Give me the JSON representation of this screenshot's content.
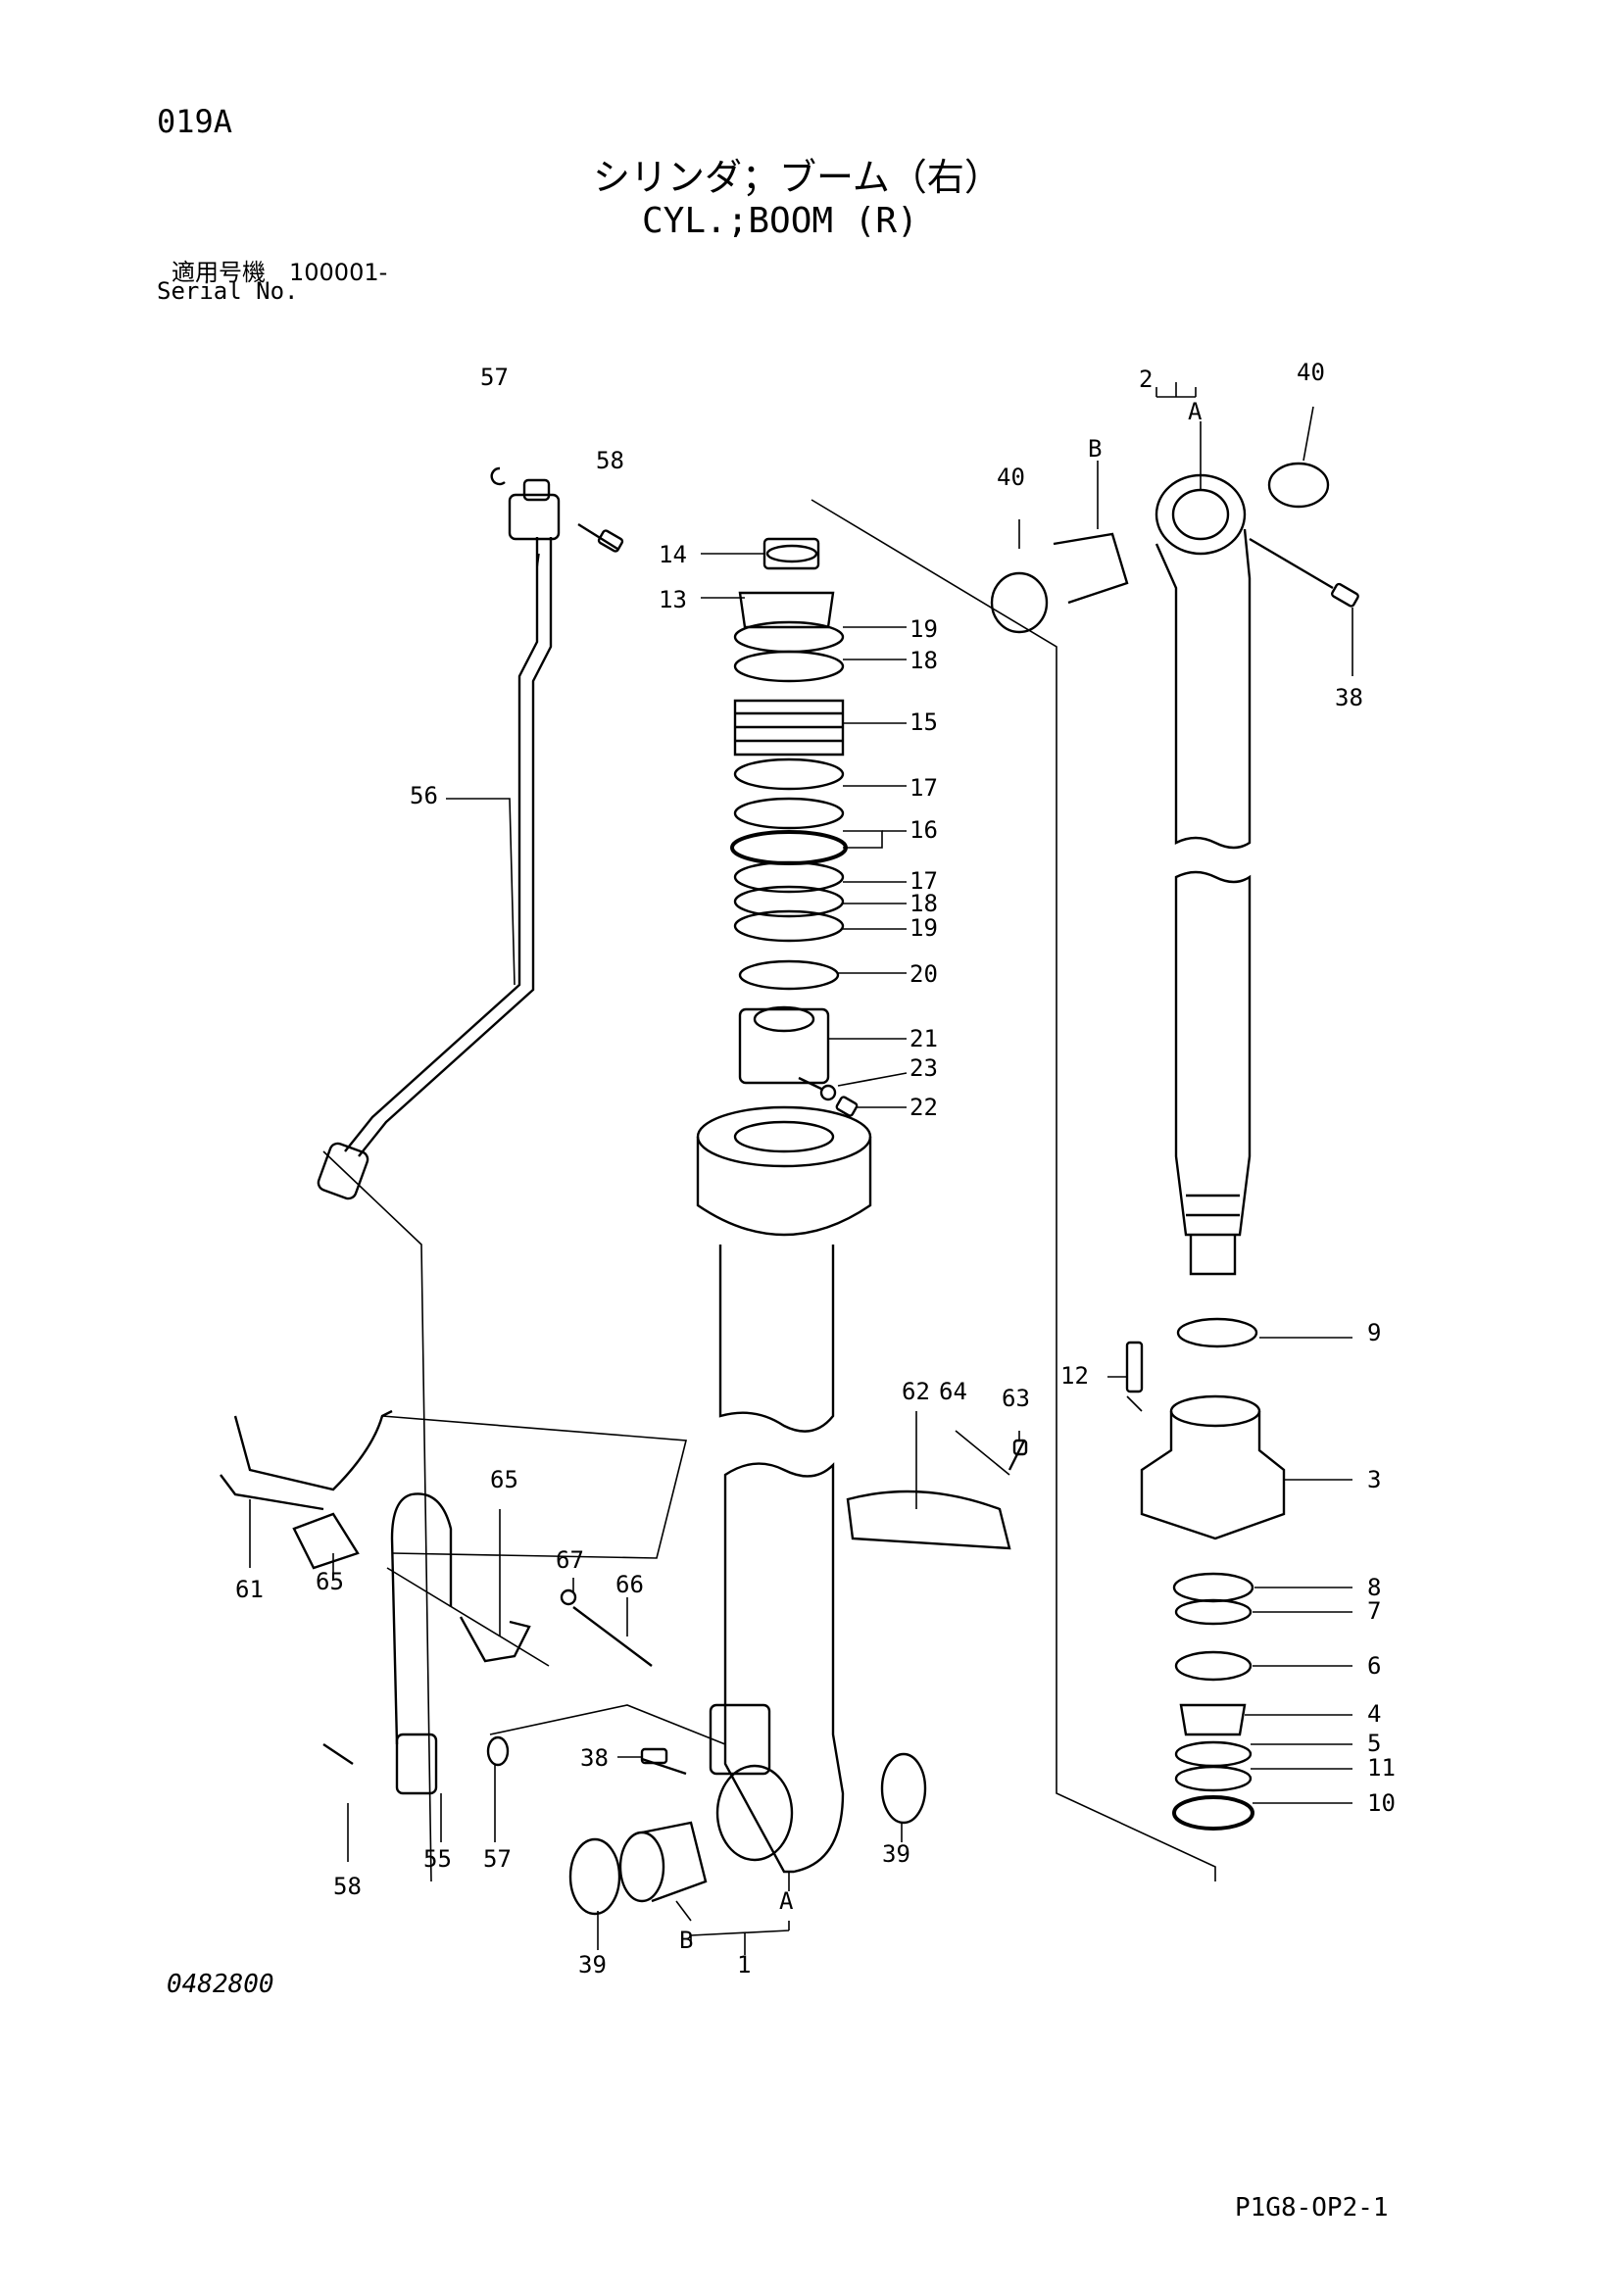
{
  "header": {
    "page_code": "019A",
    "title_jp": "シリンダ；ブーム（右）",
    "title_en": "CYL.;BOOM (R)",
    "serial_label_jp": "適用号機　100001-",
    "serial_label_en": "Serial No."
  },
  "footer": {
    "drawing_no": "0482800",
    "sheet_no": "P1G8-OP2-1"
  },
  "callouts": [
    "57",
    "58",
    "56",
    "14",
    "13",
    "19",
    "18",
    "15",
    "17",
    "16",
    "17",
    "18",
    "19",
    "20",
    "21",
    "23",
    "22",
    "2",
    "A",
    "B",
    "40",
    "40",
    "38",
    "9",
    "12",
    "3",
    "8",
    "7",
    "6",
    "4",
    "5",
    "11",
    "10",
    "62",
    "64",
    "63",
    "65",
    "67",
    "66",
    "61",
    "65",
    "38",
    "39",
    "58",
    "55",
    "57",
    "39",
    "A",
    "B",
    "1"
  ]
}
